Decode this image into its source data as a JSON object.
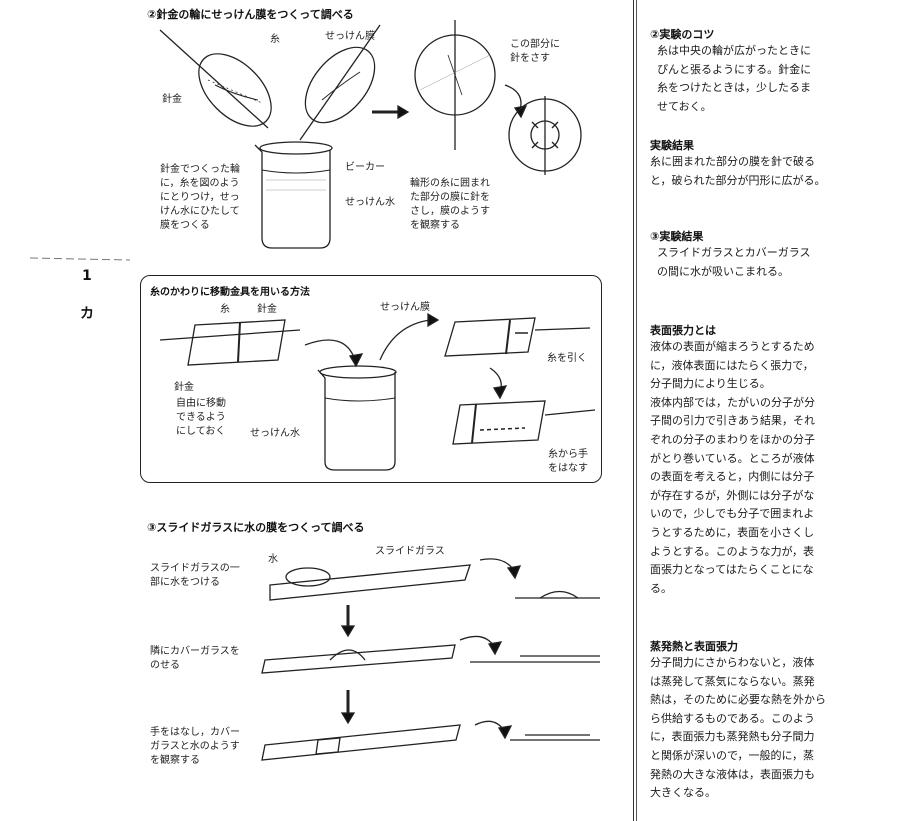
{
  "left": {
    "sec2": {
      "title": "②針金の輪にせっけん膜をつくって調べる",
      "labels": {
        "ito": "糸",
        "sekkenmaku": "せっけん膜",
        "harigane": "針金",
        "konobubun": "この部分に\n針をさす",
        "beaker": "ビーカー",
        "sekkensui": "せっけん水",
        "caption1": "針金でつくった輪\nに，糸を図のよう\nにとりつけ，せっ\nけん水にひたして\n膜をつくる",
        "caption2": "輪形の糸に囲まれ\nた部分の膜に針を\nさし，膜のようす\nを観察する"
      }
    },
    "margin": {
      "num": "1",
      "char": "カ"
    },
    "box": {
      "title": "糸のかわりに移動金具を用いる方法",
      "labels": {
        "ito": "糸",
        "harigane": "針金",
        "sekkenmaku": "せっけん膜",
        "harigane2": "針金",
        "note": "自由に移動\nできるよう\nにしておく",
        "sekkensui": "せっけん水",
        "itowohiku": "糸を引く",
        "itokarate": "糸から手\nをはなす"
      }
    },
    "sec3": {
      "title": "③スライドガラスに水の膜をつくって調べる",
      "labels": {
        "mizu": "水",
        "slideglass": "スライドガラス",
        "step1": "スライドガラスの一\n部に水をつける",
        "step2": "隣にカバーガラスを\nのせる",
        "step3": "手をはなし，カバー\nガラスと水のようす\nを観察する"
      }
    }
  },
  "right": {
    "blocks": [
      {
        "heading": "②実験のコツ",
        "body": "  糸は中央の輪が広がったときに\n  ぴんと張るようにする。針金に\n  糸をつけたときは，少したるま\n  せておく。",
        "top": 0
      },
      {
        "heading": "実験結果",
        "body": "糸に囲まれた部分の膜を針で破る\nと，破られた部分が円形に広がる。"
      },
      {
        "heading": "③実験結果",
        "body": "  スライドガラスとカバーガラス\n  の間に水が吸いこまれる。"
      },
      {
        "heading": "表面張力とは",
        "body": "液体の表面が縮まろうとするため\nに，液体表面にはたらく張力で，\n分子間力により生じる。\n液体内部では，たがいの分子が分\n子間の引力で引きあう結果，それ\nぞれの分子のまわりをほかの分子\nがとり巻いている。ところが液体\nの表面を考えると，内側には分子\nが存在するが，外側には分子がな\nいので，少しでも分子で囲まれよ\nうとするために，表面を小さくし\nようとする。このような力が，表\n面張力となってはたらくことにな\nる。"
      },
      {
        "heading": "蒸発熱と表面張力",
        "body": "分子間力にさからわないと，液体\nは蒸発して蒸気にならない。蒸発\n熱は，そのために必要な熱を外から\nら供給するものである。このよう\nに，表面張力も蒸発熱も分子間力\nと関係が深いので，一般的に，蒸\n発熱の大きな液体は，表面張力も\n大きくなる。"
      }
    ]
  }
}
